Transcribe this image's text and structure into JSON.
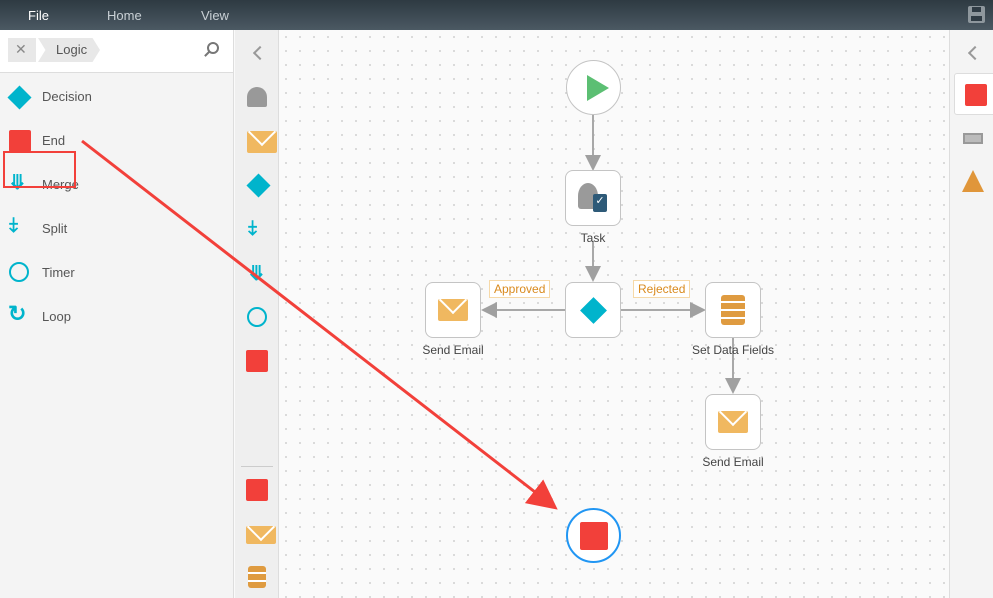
{
  "menu": {
    "file": "File",
    "home": "Home",
    "view": "View"
  },
  "toolbox": {
    "breadcrumb": "Logic",
    "items": [
      {
        "label": "Decision"
      },
      {
        "label": "End"
      },
      {
        "label": "Merge"
      },
      {
        "label": "Split"
      },
      {
        "label": "Timer"
      },
      {
        "label": "Loop"
      }
    ]
  },
  "workflow": {
    "task": "Task",
    "approved": "Approved",
    "rejected": "Rejected",
    "send_email_left": "Send Email",
    "set_data_fields": "Set Data Fields",
    "send_email_right": "Send Email"
  },
  "colors": {
    "accent": "#00b4cc",
    "end": "#f2403a",
    "start": "#5cbf73",
    "highlight": "#f2403a",
    "selection": "#2196f3"
  }
}
